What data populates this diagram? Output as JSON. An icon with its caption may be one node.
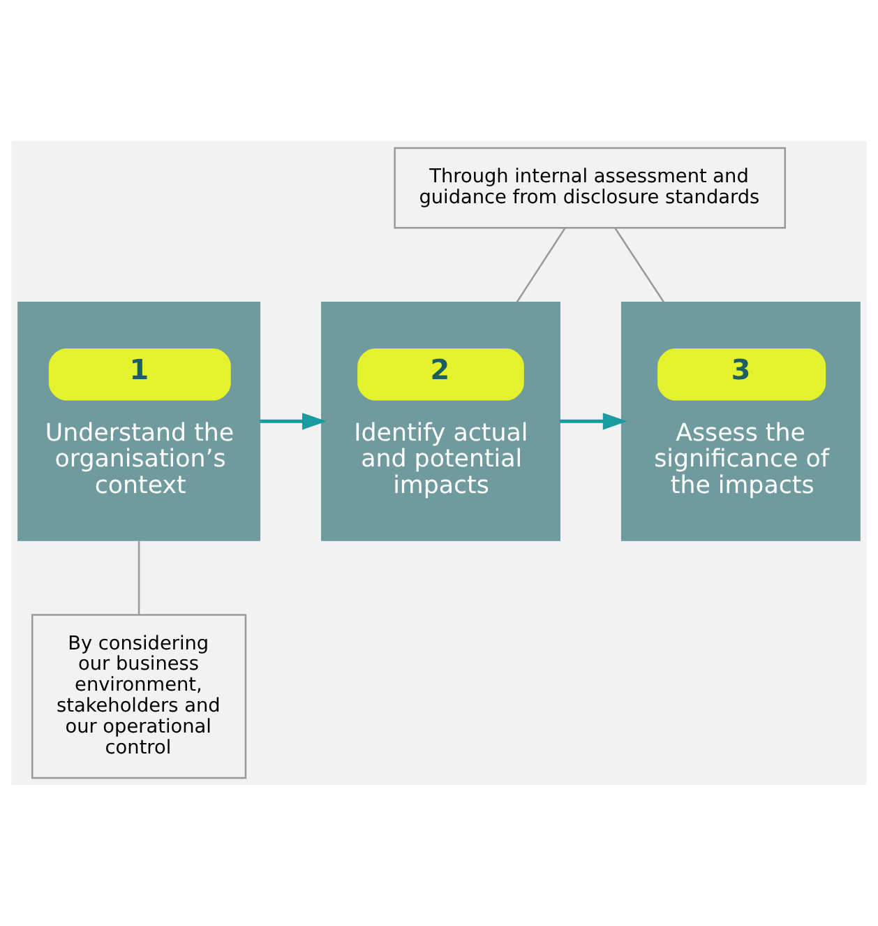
{
  "diagram": {
    "nodes": [
      {
        "text": [
          "Through internal assessment and guidance from disclosure standards"
        ]
      },
      {
        "text": [
          "1",
          "Understand the organisation’s context"
        ]
      },
      {
        "text": [
          "2",
          "Identify actual and potential impacts"
        ]
      },
      {
        "text": [
          "3",
          "Assess the significance of the impacts"
        ]
      },
      {
        "text": [
          "By considering our business environment, stakeholders and our operational control"
        ]
      }
    ],
    "edges": [
      {
        "from": 0,
        "to": 2,
        "arrow": "none"
      },
      {
        "from": 0,
        "to": 3,
        "arrow": "none"
      },
      {
        "from": 1,
        "to": 2,
        "arrow": "to",
        "color": "#1a9ba1"
      },
      {
        "from": 2,
        "to": 3,
        "arrow": "to",
        "color": "#1a9ba1"
      },
      {
        "from": 1,
        "to": 4,
        "arrow": "none"
      }
    ]
  }
}
